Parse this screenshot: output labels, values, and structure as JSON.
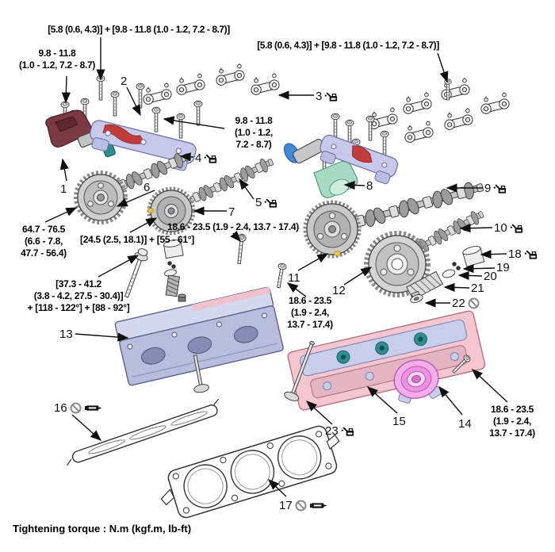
{
  "diagram": {
    "footer": "Tightening torque : N.m (kgf.m, lb-ft)",
    "torque": {
      "combo_top_left": "[5.8 (0.6, 4.3)] + [9.8 - 11.8 (1.0 - 1.2, 7.2 - 8.7)]",
      "cap_bolts_left": "9.8 - 11.8\n(1.0 - 1.2, 7.2 - 8.7)",
      "combo_top_right": "[5.8 (0.6, 4.3)] + [9.8 - 11.8 (1.0 - 1.2, 7.2 - 8.7)]",
      "cap_bolts_mid": "9.8 - 11.8\n(1.0 - 1.2,\n7.2 - 8.7)",
      "cam_sprocket_bolt": "64.7 - 76.5\n(6.6 - 7.8,\n47.7 - 56.4)",
      "cvvt_combo": "[24.5 (2.5, 18.1)] + [55 - 61°]",
      "cam_cap_bolt_left": "18.6 - 23.5 (1.9 - 2.4, 13.7 - 17.4)",
      "head_bolt": "[37.3 - 41.2\n(3.8 - 4.2, 27.5 - 30.4)]\n+ [118 - 122°] + [88 - 92°]",
      "cam_cap_bolt_mid": "18.6 - 23.5\n(1.9 - 2.4,\n13.7 - 17.4)",
      "water_outlet_bolt": "18.6 - 23.5\n(1.9 - 2.4,\n13.7 - 17.4)"
    },
    "parts": {
      "p1": "1",
      "p2": "2",
      "p3": "3",
      "p4": "4",
      "p5": "5",
      "p6": "6",
      "p7": "7",
      "p8": "8",
      "p9": "9",
      "p10": "10",
      "p11": "11",
      "p12": "12",
      "p13": "13",
      "p14": "14",
      "p15": "15",
      "p16": "16",
      "p17": "17",
      "p18": "18",
      "p19": "19",
      "p20": "20",
      "p21": "21",
      "p22": "22",
      "p23": "23"
    },
    "icons": {
      "oil": "oil-icon",
      "do_not_reuse": "do-not-reuse-icon",
      "sealant": "sealant-icon"
    },
    "colors": {
      "line": "#111111",
      "lavender": "#c6c9ea",
      "red_accent": "#c23b3b",
      "maroon": "#7b3a42",
      "teal": "#2f8f8f",
      "green": "#a7d9c3",
      "blue": "#4489d6",
      "pink_head": "#f3c6d0",
      "magenta_part": "#f3aeea",
      "yellow_mark": "#edc93a"
    }
  }
}
